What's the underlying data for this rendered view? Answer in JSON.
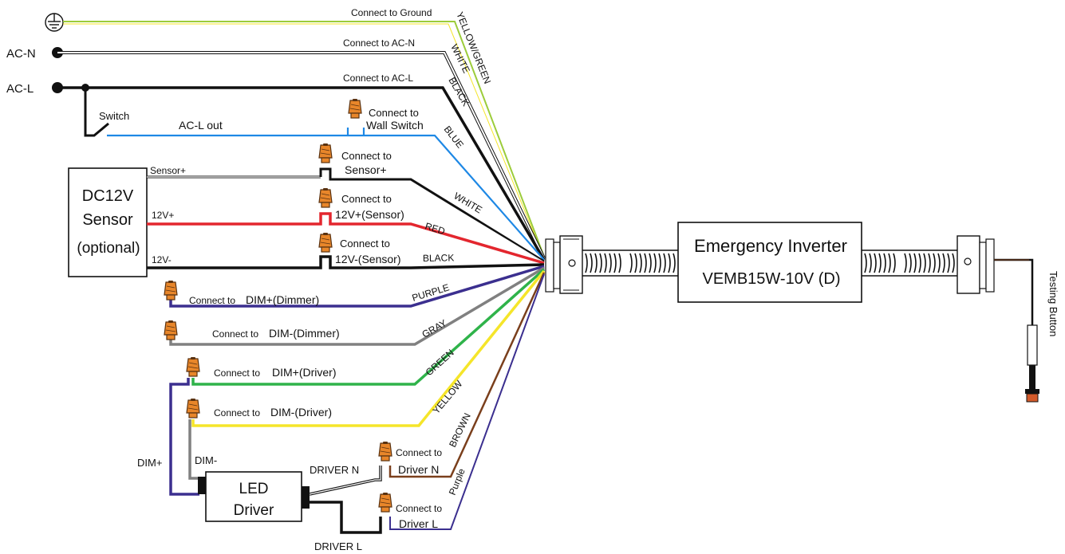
{
  "colors": {
    "black": "#111111",
    "white_wire": "#ffffff",
    "yellow_green": "#9ccc3a",
    "blue": "#1e88e5",
    "red": "#e3262e",
    "purple": "#3b2f8f",
    "gray": "#808080",
    "green": "#2fb34a",
    "yellow": "#f5e52a",
    "brown": "#7a3f1c",
    "connector_orange": "#e8862a"
  },
  "power": {
    "ground_icon": "ground-icon",
    "ac_n_label": "AC-N",
    "ac_l_label": "AC-L",
    "switch_label": "Switch",
    "ac_l_out_label": "AC-L out"
  },
  "connections": {
    "ground": "Connect to Ground",
    "ac_n": "Connect to AC-N",
    "ac_l": "Connect to AC-L",
    "wall_switch_1": "Connect to",
    "wall_switch_2": "Wall Switch",
    "sensor_plus_1": "Connect to",
    "sensor_plus_2": "Sensor+",
    "v12_plus_1": "Connect to",
    "v12_plus_2": "12V+(Sensor)",
    "v12_minus_1": "Connect to",
    "v12_minus_2": "12V-(Sensor)",
    "dim_plus_dimmer_a": "Connect to",
    "dim_plus_dimmer_b": "DIM+(Dimmer)",
    "dim_minus_dimmer_a": "Connect to",
    "dim_minus_dimmer_b": "DIM-(Dimmer)",
    "dim_plus_driver_a": "Connect to",
    "dim_plus_driver_b": "DIM+(Driver)",
    "dim_minus_driver_a": "Connect to",
    "dim_minus_driver_b": "DIM-(Driver)",
    "driver_n_1": "Connect to",
    "driver_n_2": "Driver N",
    "driver_l_1": "Connect to",
    "driver_l_2": "Driver L"
  },
  "wire_labels": {
    "yellow_green": "YELLOW/GREEN",
    "white_top": "WHITE",
    "black_top": "BLACK",
    "blue": "BLUE",
    "white_sensor": "WHITE",
    "red": "RED",
    "black_sensor": "BLACK",
    "purple": "PURPLE",
    "gray": "GRAY",
    "green": "GREEN",
    "yellow": "YELLOW",
    "brown": "BROWN",
    "purple_driver": "Purple"
  },
  "sensor": {
    "line1": "DC12V",
    "line2": "Sensor",
    "line3": "(optional)",
    "pin_sensor_plus": "Sensor+",
    "pin_12v_plus": "12V+",
    "pin_12v_minus": "12V-"
  },
  "led_driver": {
    "line1": "LED",
    "line2": "Driver",
    "dim_plus": "DIM+",
    "dim_minus": "DIM-",
    "driver_n": "DRIVER N",
    "driver_l": "DRIVER L"
  },
  "inverter": {
    "line1": "Emergency Inverter",
    "line2": "VEMB15W-10V (D)"
  },
  "testing_button": "Testing Button"
}
